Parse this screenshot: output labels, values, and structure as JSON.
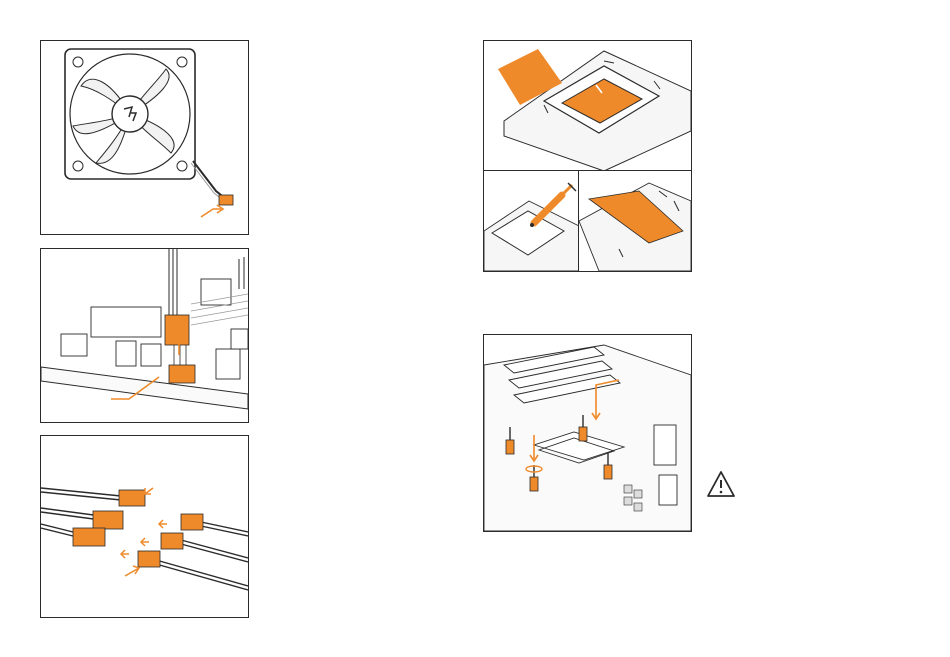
{
  "colors": {
    "accent": "#ef8a2a",
    "line": "#2b2b2b",
    "grey": "#9a9a9a",
    "light": "#e9e9e9"
  },
  "icons": {
    "fan": "fan-icon",
    "connector": "connector-icon",
    "motherboard": "motherboard-icon",
    "cpu": "cpu-icon",
    "syringe": "syringe-icon",
    "thermal_pad": "thermal-pad-icon",
    "standoff": "standoff-screw-icon",
    "warning": "warning-triangle-icon"
  },
  "figures": [
    {
      "id": "fan-connector"
    },
    {
      "id": "motherboard-fan-header"
    },
    {
      "id": "splitter-cable"
    },
    {
      "id": "cpu-socket-placement"
    },
    {
      "id": "thermal-paste-application"
    },
    {
      "id": "thermal-pad-application"
    },
    {
      "id": "standoff-installation"
    }
  ]
}
